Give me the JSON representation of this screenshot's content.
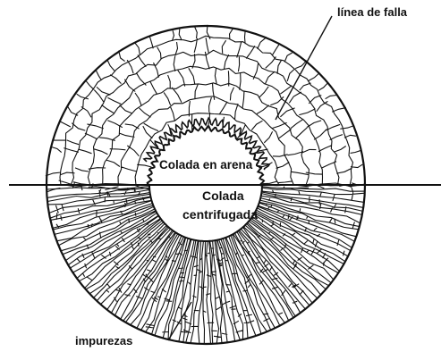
{
  "labels": {
    "linea_de_falla": "línea de falla",
    "colada_en_arena": "Colada en arena",
    "colada_centrifugada_line1": "Colada",
    "colada_centrifugada_line2": "centrifugada",
    "impurezas": "impurezas"
  },
  "colors": {
    "ink": "#111111",
    "background": "#ffffff"
  }
}
